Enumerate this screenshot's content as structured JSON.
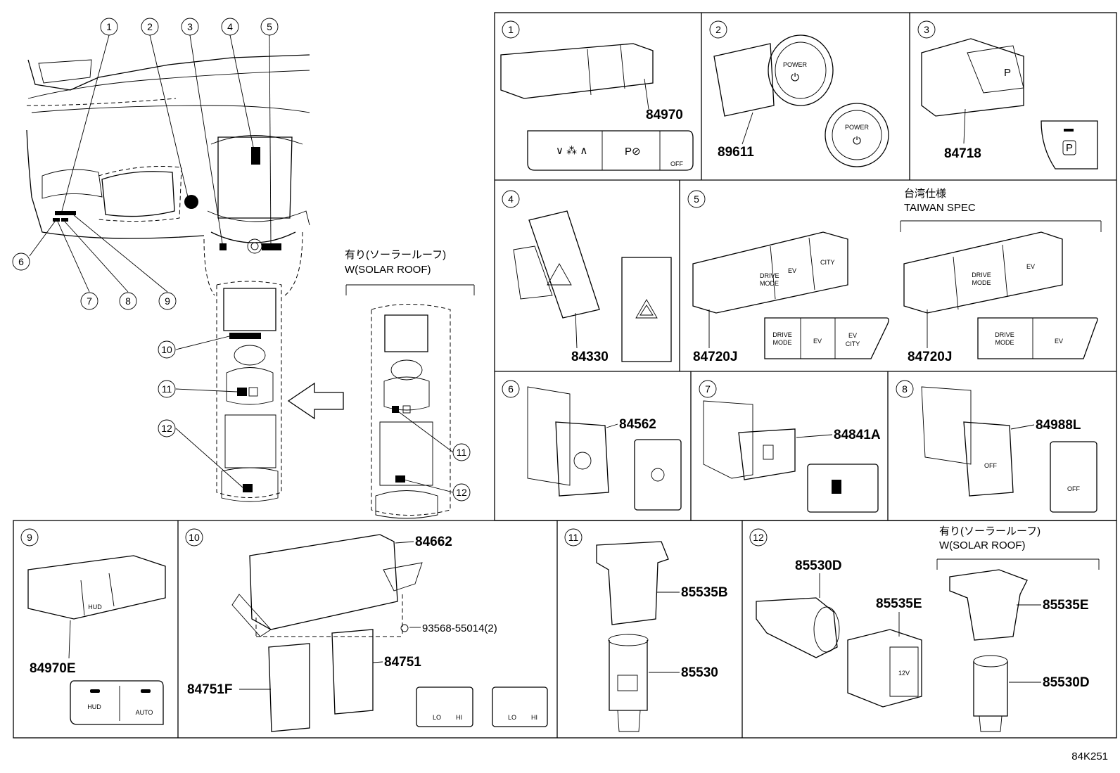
{
  "overview": {
    "callouts": [
      "1",
      "2",
      "3",
      "4",
      "5",
      "6",
      "7",
      "8",
      "9",
      "10",
      "11",
      "12"
    ],
    "solar_roof_label_jp": "有り(ソーラールーフ)",
    "solar_roof_label_en": "W(SOLAR ROOF)"
  },
  "panels": [
    {
      "number": "1",
      "parts": [
        "84970"
      ],
      "icons": [
        "OFF"
      ]
    },
    {
      "number": "2",
      "parts": [
        "89611"
      ],
      "icons": [
        "POWER",
        "POWER"
      ]
    },
    {
      "number": "3",
      "parts": [
        "84718"
      ],
      "icons": [
        "P",
        "P"
      ]
    },
    {
      "number": "4",
      "parts": [
        "84330"
      ],
      "icons": []
    },
    {
      "number": "5",
      "parts": [
        "84720J",
        "84720J"
      ],
      "note_jp": "台湾仕様",
      "note_en": "TAIWAN SPEC",
      "icons": [
        "DRIVE",
        "MODE",
        "EV",
        "CITY",
        "DRIVE",
        "MODE",
        "EV",
        "CITY",
        "DRIVE",
        "MODE",
        "EV",
        "DRIVE",
        "MODE",
        "EV"
      ]
    },
    {
      "number": "6",
      "parts": [
        "84562"
      ],
      "icons": []
    },
    {
      "number": "7",
      "parts": [
        "84841A"
      ],
      "icons": []
    },
    {
      "number": "8",
      "parts": [
        "84988L"
      ],
      "icons": [
        "OFF",
        "OFF"
      ]
    },
    {
      "number": "9",
      "parts": [
        "84970E"
      ],
      "icons": [
        "HUD",
        "HUD",
        "AUTO"
      ]
    },
    {
      "number": "10",
      "parts": [
        "84662",
        "93568-55014(2)",
        "84751",
        "84751F"
      ],
      "icons": [
        "LO",
        "HI",
        "LO",
        "HI"
      ]
    },
    {
      "number": "11",
      "parts": [
        "85535B",
        "85530"
      ]
    },
    {
      "number": "12",
      "parts": [
        "85530D",
        "85535E",
        "85535E",
        "85530D"
      ],
      "note_jp": "有り(ソーラールーフ)",
      "note_en": "W(SOLAR ROOF)",
      "icons": [
        "12V"
      ]
    }
  ],
  "diagram_code": "84K251"
}
